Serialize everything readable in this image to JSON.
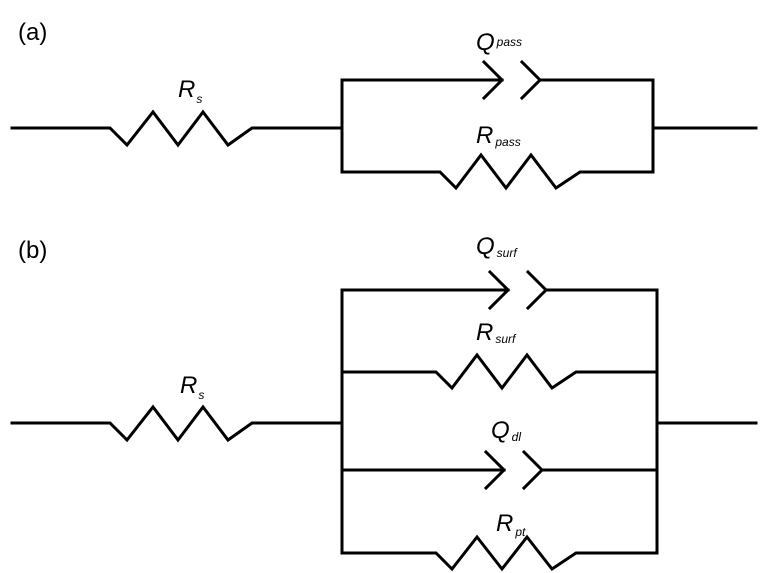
{
  "panel_a": {
    "label": "(a)",
    "rs": {
      "symbol": "R",
      "subscript": "s"
    },
    "q": {
      "symbol": "Q",
      "subscript": "pass"
    },
    "r": {
      "symbol": "R",
      "subscript": "pass"
    }
  },
  "panel_b": {
    "label": "(b)",
    "rs": {
      "symbol": "R",
      "subscript": "s"
    },
    "q1": {
      "symbol": "Q",
      "subscript": "surf"
    },
    "r1": {
      "symbol": "R",
      "subscript": "surf"
    },
    "q2": {
      "symbol": "Q",
      "subscript": "dl"
    },
    "r2": {
      "symbol": "R",
      "subscript": "pt"
    }
  }
}
